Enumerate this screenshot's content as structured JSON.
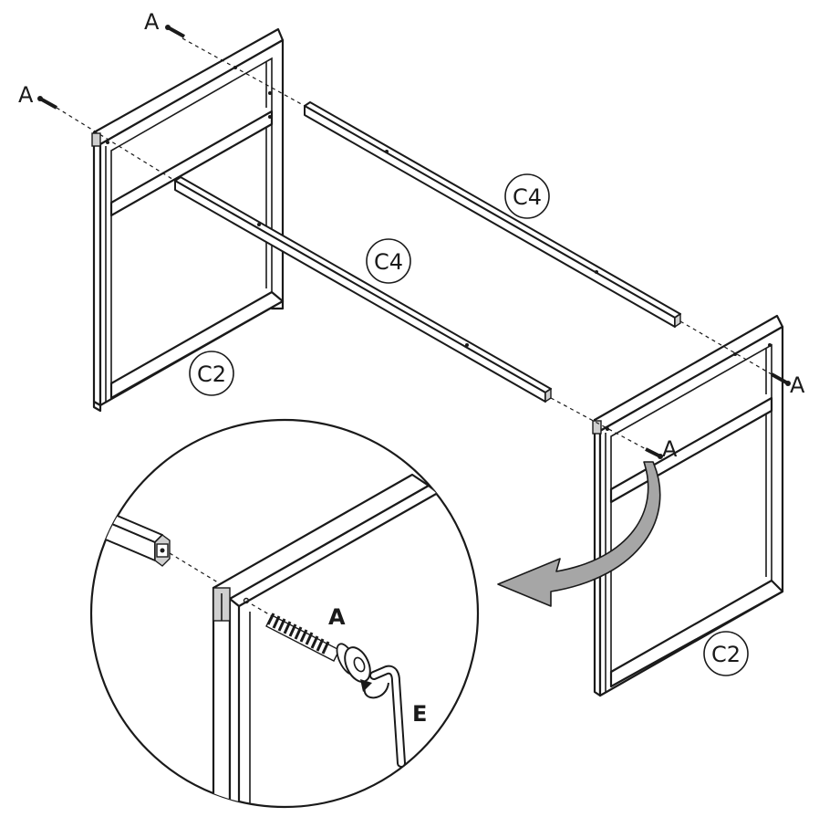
{
  "labels": {
    "bolt_top_left_1": "A",
    "bolt_top_left_2": "A",
    "bolt_right_1": "A",
    "bolt_right_2": "A",
    "rail_back": "C4",
    "rail_front": "C4",
    "frame_left": "C2",
    "frame_right": "C2",
    "detail_bolt": "A",
    "detail_key": "E"
  },
  "colors": {
    "line": "#1a1a1a",
    "arrow_fill": "#a6a6a6",
    "shade": "#cfcfcf"
  }
}
